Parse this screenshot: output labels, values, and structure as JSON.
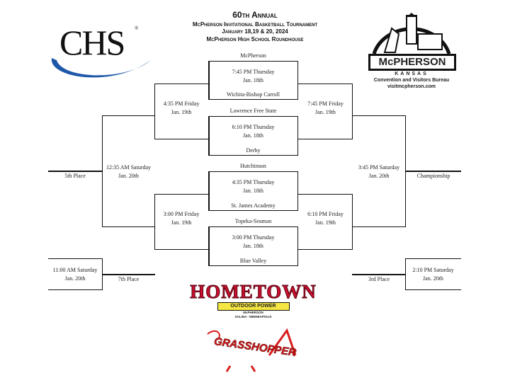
{
  "header": {
    "line1": "60th Annual",
    "line2": "McPherson Invitational Basketball Tournament",
    "line3": "January 18,19 & 20, 2024",
    "line4": "McPherson High School Roundhouse"
  },
  "logos": {
    "chs": "CHS",
    "chs_reg": "®",
    "mcpherson": "McPHERSON",
    "kansas": "KANSAS",
    "bureau": "Convention and Visitors Bureau",
    "website": "visitmcpherson.com",
    "hometown": "HOMETOWN",
    "outdoor_power": "OUTDOOR POWER",
    "hometown_city1": "McPHERSON",
    "hometown_city2": "SALINA - MINNEAPOLIS",
    "grasshopper": "GRASSHOPPER"
  },
  "round1": [
    {
      "top": "McPherson",
      "time": "7:45 PM Thursday",
      "date": "Jan. 18th",
      "bottom": "Wichita-Bishop Carroll"
    },
    {
      "top": "Lawrence Free State",
      "time": "6:10 PM Thursday",
      "date": "Jan. 18th",
      "bottom": "Derby"
    },
    {
      "top": "Hutchinson",
      "time": "4:35 PM Thursday",
      "date": "Jan. 18th",
      "bottom": "St. James Academy"
    },
    {
      "top": "Topeka-Seaman",
      "time": "3:00 PM Thursday",
      "date": "Jan. 18th",
      "bottom": "Blue Valley"
    }
  ],
  "round2": [
    {
      "time": "4:35 PM Friday",
      "date": "Jan. 19th"
    },
    {
      "time": "7:45 PM Friday",
      "date": "Jan. 19th"
    },
    {
      "time": "3:00 PM Friday",
      "date": "Jan. 19th"
    },
    {
      "time": "6:10 PM Friday",
      "date": "Jan. 19th"
    }
  ],
  "round3": [
    {
      "time": "12:35 AM Saturday",
      "date": "Jan. 20th",
      "label": "5th Place"
    },
    {
      "time": "3:45 PM Saturday",
      "date": "Jan. 20th",
      "label": "Championship"
    }
  ],
  "placement": [
    {
      "time": "11:00 AM Saturday",
      "date": "Jan. 20th",
      "label": "7th Place"
    },
    {
      "time": "2:10 PM Saturday",
      "date": "Jan. 20th",
      "label": "3rd Place"
    }
  ]
}
